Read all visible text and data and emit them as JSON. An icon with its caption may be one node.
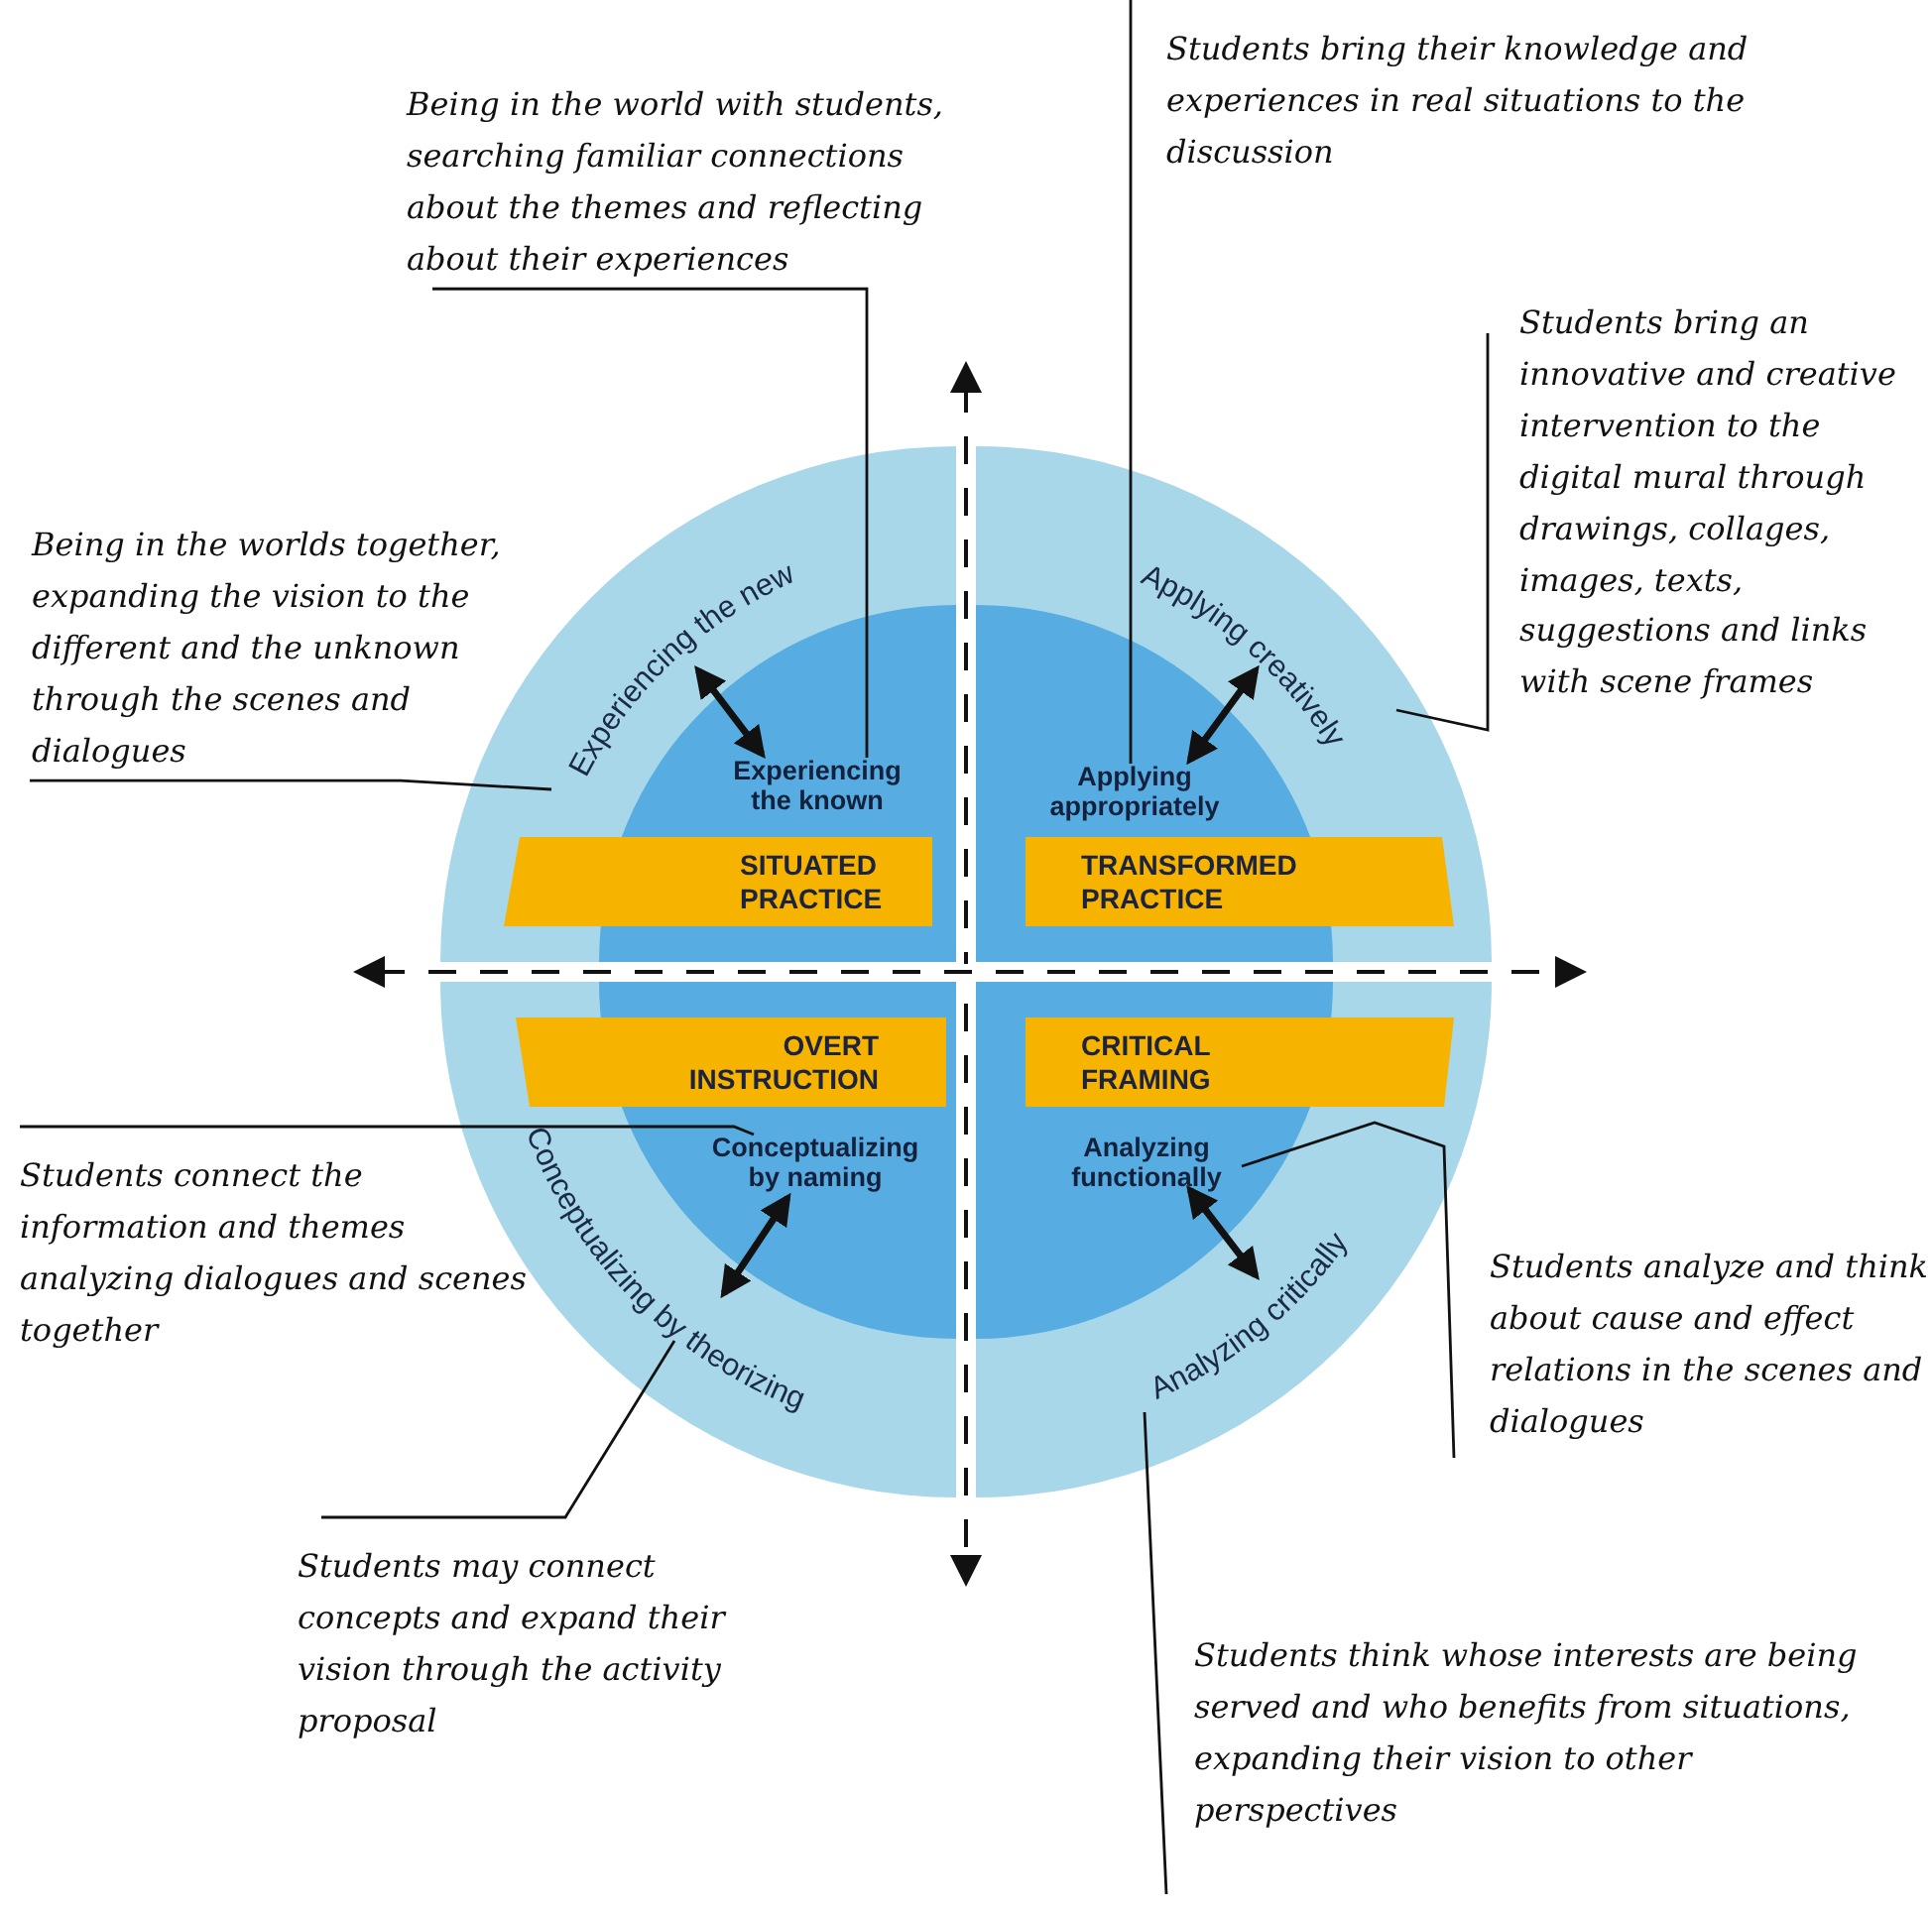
{
  "diagram": {
    "nodes": [
      {
        "text": [
          "Being in the world with students, searching familiar connections about the themes and reflecting about their experiences"
        ]
      },
      {
        "text": [
          "Students bring their knowledge and experiences in real situations to the discussion"
        ]
      },
      {
        "text": [
          "Students bring an innovative and creative intervention to the digital mural through drawings, collages, images, texts, suggestions and links with scene frames"
        ]
      },
      {
        "text": [
          "Being in the worlds together, expanding the vision to the different and the unknown through the scenes and dialogues"
        ]
      },
      {
        "text": [
          "Experiencing the new"
        ]
      },
      {
        "text": [
          "Applying creatively"
        ]
      },
      {
        "text": [
          "Experiencing the known"
        ]
      },
      {
        "text": [
          "Applying appropriately"
        ]
      },
      {
        "text": [
          "SITUATED PRACTICE"
        ]
      },
      {
        "text": [
          "TRANSFORMED PRACTICE"
        ]
      },
      {
        "text": [
          "OVERT INSTRUCTION"
        ]
      },
      {
        "text": [
          "CRITICAL FRAMING"
        ]
      },
      {
        "text": [
          "Conceptualizing by naming"
        ]
      },
      {
        "text": [
          "Analyzing functionally"
        ]
      },
      {
        "text": [
          "Students connect the information and themes analyzing dialogues and scenes together"
        ]
      },
      {
        "text": [
          "Conceptualizing by theorizing"
        ]
      },
      {
        "text": [
          "Analyzing critically"
        ]
      },
      {
        "text": [
          "Students analyze and think about cause and effect relations in the scenes and dialogues"
        ]
      },
      {
        "text": [
          "Students may connect concepts and expand their vision through the activity proposal"
        ]
      },
      {
        "text": [
          "Students think whose interests are being served and who benefits from situations, expanding their vision to other perspectives"
        ]
      }
    ],
    "edges": [
      {
        "from": 0,
        "to": 6,
        "arrow": "none"
      },
      {
        "from": 1,
        "to": 7,
        "arrow": "none"
      },
      {
        "from": 2,
        "to": 5,
        "arrow": "none"
      },
      {
        "from": 3,
        "to": 4,
        "arrow": "none"
      },
      {
        "from": 6,
        "to": 4,
        "arrow": "both",
        "style": "thick"
      },
      {
        "from": 7,
        "to": 5,
        "arrow": "both",
        "style": "thick"
      },
      {
        "from": 12,
        "to": 15,
        "arrow": "both",
        "style": "thick"
      },
      {
        "from": 13,
        "to": 16,
        "arrow": "both",
        "style": "thick"
      },
      {
        "from": 14,
        "to": 12,
        "arrow": "none"
      },
      {
        "from": 17,
        "to": 13,
        "arrow": "none"
      },
      {
        "from": 18,
        "to": 15,
        "arrow": "none"
      },
      {
        "from": 19,
        "to": 16,
        "arrow": "none"
      }
    ]
  }
}
